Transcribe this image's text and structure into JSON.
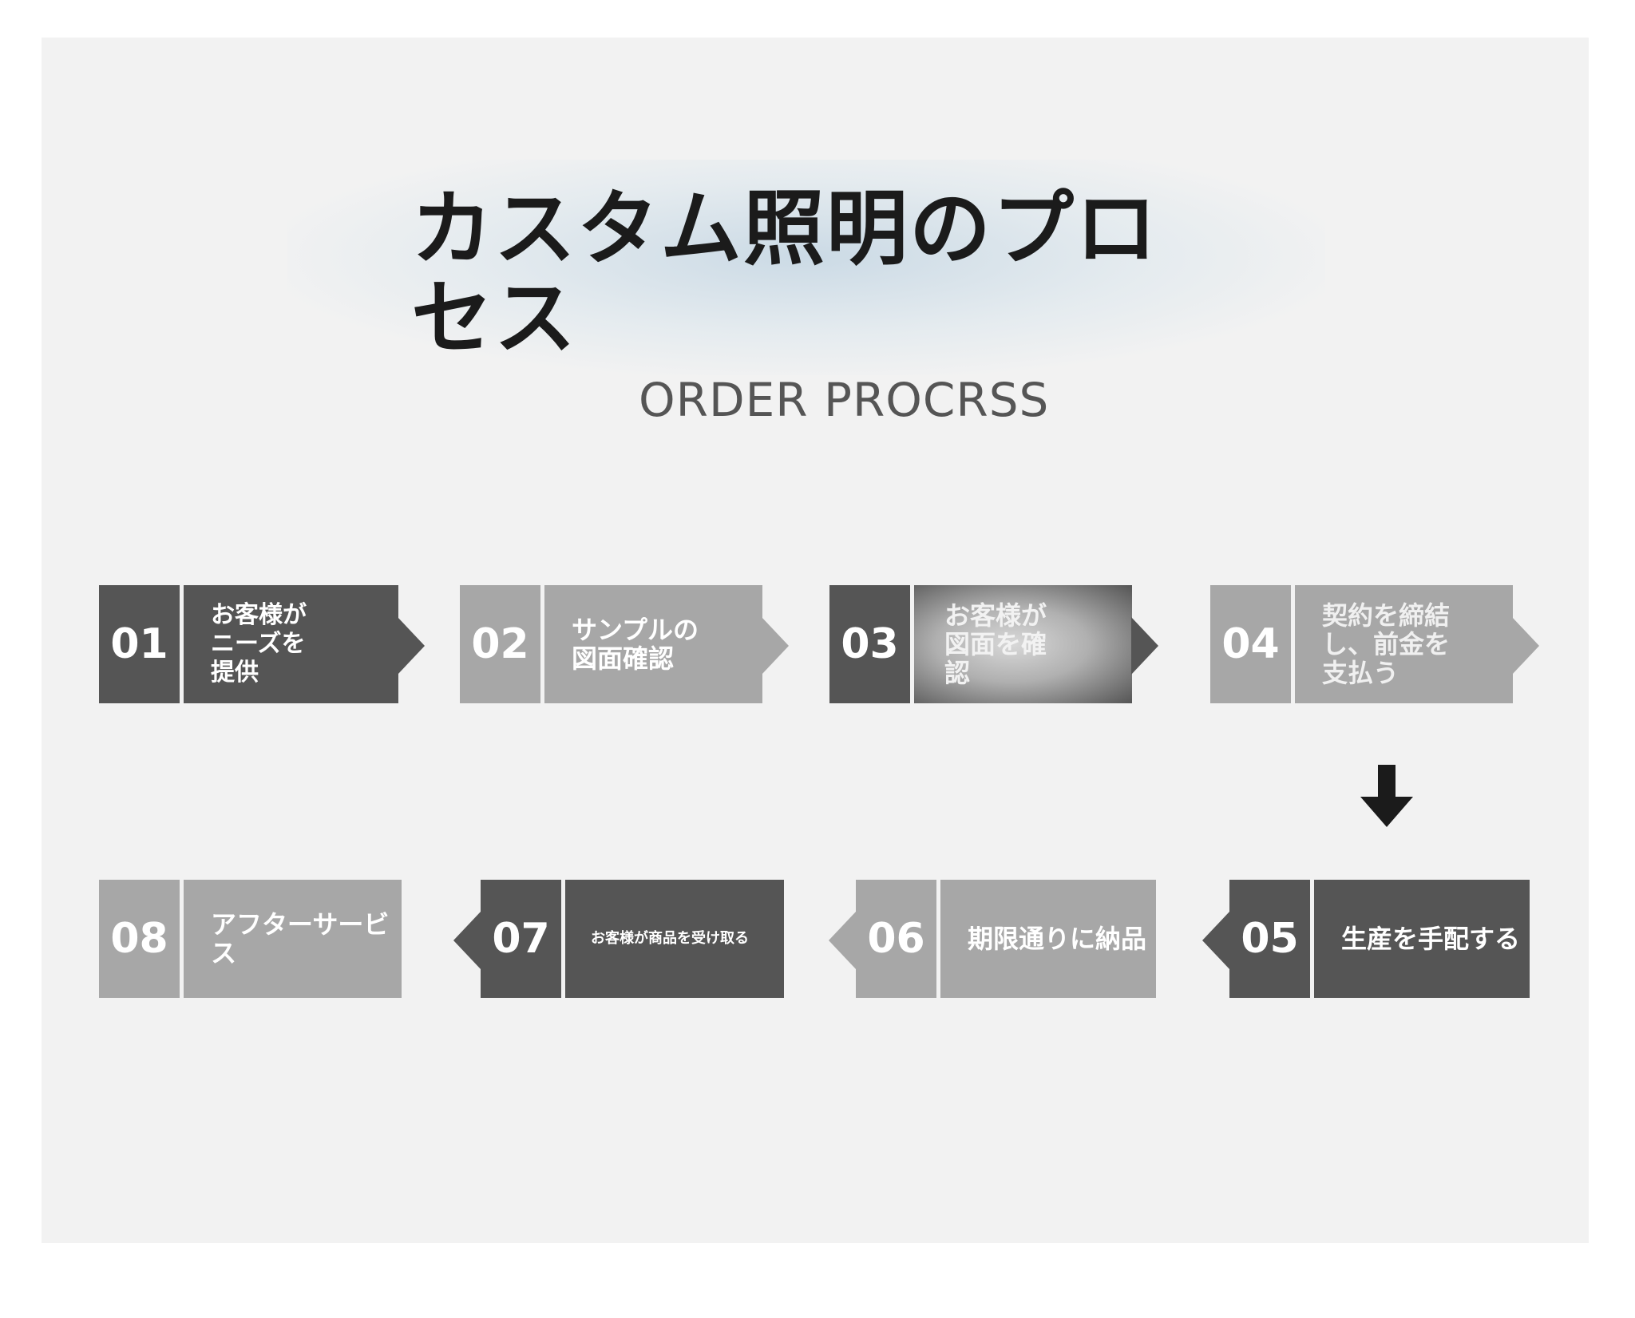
{
  "title": "カスタム照明のプロセス",
  "subtitle": "ORDER PROCRSS",
  "colors": {
    "dark": "#555555",
    "light": "#a7a7a7",
    "background": "#f2f2f2"
  },
  "steps": [
    {
      "number": "01",
      "label": "お客様が\nニーズを\n提供"
    },
    {
      "number": "02",
      "label": "サンプルの\n図面確認"
    },
    {
      "number": "03",
      "label": "お客様が\n図面を確\n認"
    },
    {
      "number": "04",
      "label": "契約を締結\nし、前金を\n支払う"
    },
    {
      "number": "05",
      "label": "生産を手配する"
    },
    {
      "number": "06",
      "label": "期限通りに納品"
    },
    {
      "number": "07",
      "label": "お客様が商品を受け取る"
    },
    {
      "number": "08",
      "label": "アフターサービス"
    }
  ],
  "connector_icon": "arrow-down-icon"
}
